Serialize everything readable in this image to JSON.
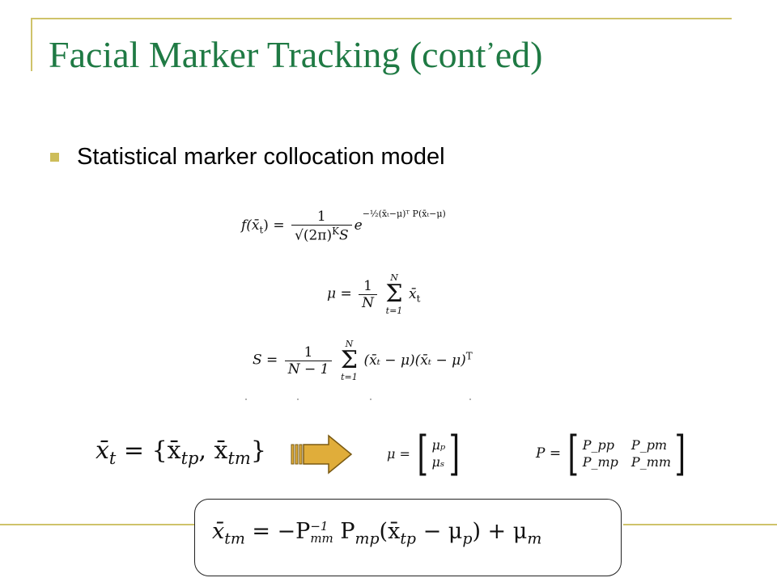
{
  "colors": {
    "frame": "#cfc36a",
    "title": "#1f7a44",
    "bullet": "#cdbd5a",
    "arrow_fill": "#e0ad3a",
    "arrow_stroke": "#7a5a12"
  },
  "slide": {
    "title": "Facial Marker Tracking (cont",
    "title_apos": "’",
    "title_tail": "ed)",
    "bullet_text": "Statistical marker collocation model"
  },
  "equations": {
    "density_lhs": "f(x̄",
    "density_lhs_sub": "t",
    "density_lhs_close": ") =",
    "density_num": "1",
    "density_den": "√(2π)",
    "density_den_sup": "K",
    "density_den_tail": "S",
    "density_exp": "e",
    "density_exp_sup": "−½(x̄ₜ−μ)ᵀ P(x̄ₜ−μ)",
    "mean_lhs": "μ =",
    "mean_num": "1",
    "mean_den": "N",
    "sum_top": "N",
    "sum_bottom": "t=1",
    "sum_sign": "Σ",
    "mean_term": "x̄",
    "mean_term_sub": "t",
    "cov_lhs": "S =",
    "cov_num": "1",
    "cov_den": "N − 1",
    "cov_term": "(x̄ₜ − μ)(x̄ₜ − μ)",
    "cov_term_sup": "T",
    "split_lhs": "x̄",
    "split_lhs_sub": "t",
    "split_rhs": " = {x̄",
    "split_rhs_sub1": "tp",
    "split_rhs_mid": ", x̄",
    "split_rhs_sub2": "tm",
    "split_rhs_close": "}",
    "mu_vec_lhs": "μ =",
    "mu_vec": [
      "μₚ",
      "μₛ"
    ],
    "p_mat_lhs": "P =",
    "p_mat": [
      "P_pp",
      "P_pm",
      "P_mp",
      "P_mm"
    ],
    "final_lhs": "x̄",
    "final_lhs_sub": "tm",
    "final_mid": " = −P",
    "final_sup": "−1",
    "final_sub": "mm",
    "final_tail": " P",
    "final_tail_sub": "mp",
    "final_paren": "(x̄",
    "final_paren_sub": "tp",
    "final_paren_mid": " − μ",
    "final_paren_sub2": "p",
    "final_end": ") + μ",
    "final_end_sub": "m"
  },
  "icons": {
    "bullet": "square-bullet-icon",
    "arrow": "right-arrow-icon"
  }
}
